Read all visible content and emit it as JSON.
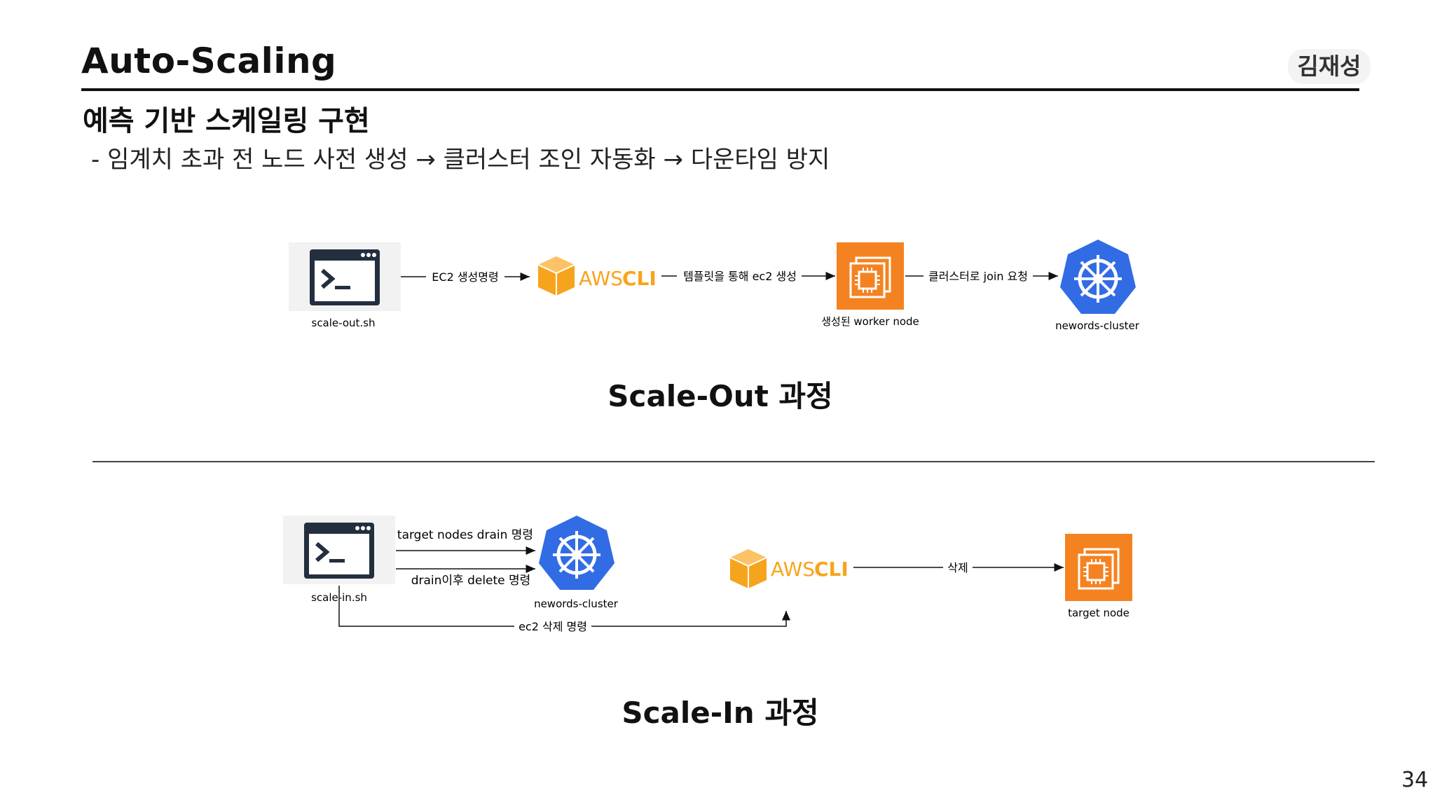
{
  "header": {
    "title": "Auto-Scaling",
    "author": "김재성"
  },
  "section": {
    "subtitle": "예측 기반 스케일링 구현",
    "description": "- 임계치 초과 전 노드 사전 생성 → 클러스터 조인 자동화 → 다운타임 방지"
  },
  "scale_out": {
    "script_label": "scale-out.sh",
    "edge_ec2_command": "EC2 생성명령",
    "aws_text": "AWS",
    "cli_text": "CLI",
    "edge_template": "템플릿을 통해 ec2 생성",
    "worker_label": "생성된 worker node",
    "edge_join": "클러스터로 join 요청",
    "cluster_label": "newords-cluster",
    "caption": "Scale-Out 과정"
  },
  "scale_in": {
    "script_label": "scale-in.sh",
    "edge_drain": "target nodes drain 명령",
    "edge_delete": "drain이후 delete 명령",
    "cluster_label": "newords-cluster",
    "aws_text": "AWS",
    "cli_text": "CLI",
    "edge_remove": "삭제",
    "target_label": "target node",
    "edge_ec2_delete": "ec2 삭제 명령",
    "caption": "Scale-In 과정"
  },
  "footer": {
    "page_number": "34"
  },
  "colors": {
    "aws_orange": "#f7a41d",
    "ec2_orange": "#f58220",
    "k8s_blue": "#326ce5",
    "terminal_dark": "#232f3e"
  },
  "icons": [
    "terminal-icon",
    "aws-cli-cube-icon",
    "ec2-instance-icon",
    "kubernetes-helm-icon"
  ]
}
